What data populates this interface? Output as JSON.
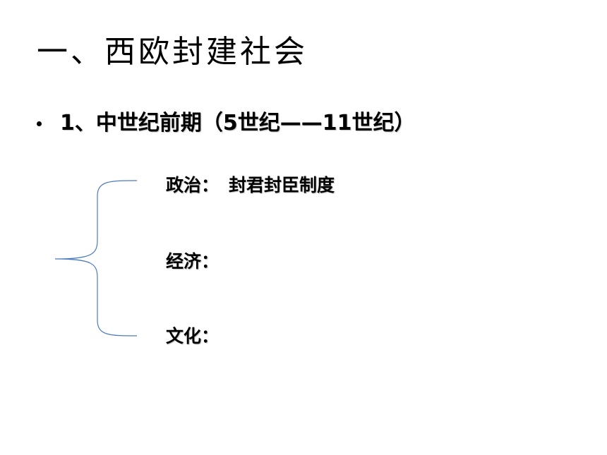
{
  "slide": {
    "title": "一、西欧封建社会",
    "bullet": "1、中世纪前期（5世纪——11世纪）",
    "items": [
      {
        "label": "政治：",
        "value": "封君封臣制度"
      },
      {
        "label": "经济：",
        "value": ""
      },
      {
        "label": "文化：",
        "value": ""
      }
    ],
    "colors": {
      "text": "#000000",
      "brace": "#4a7bbf",
      "background": "#ffffff"
    }
  }
}
